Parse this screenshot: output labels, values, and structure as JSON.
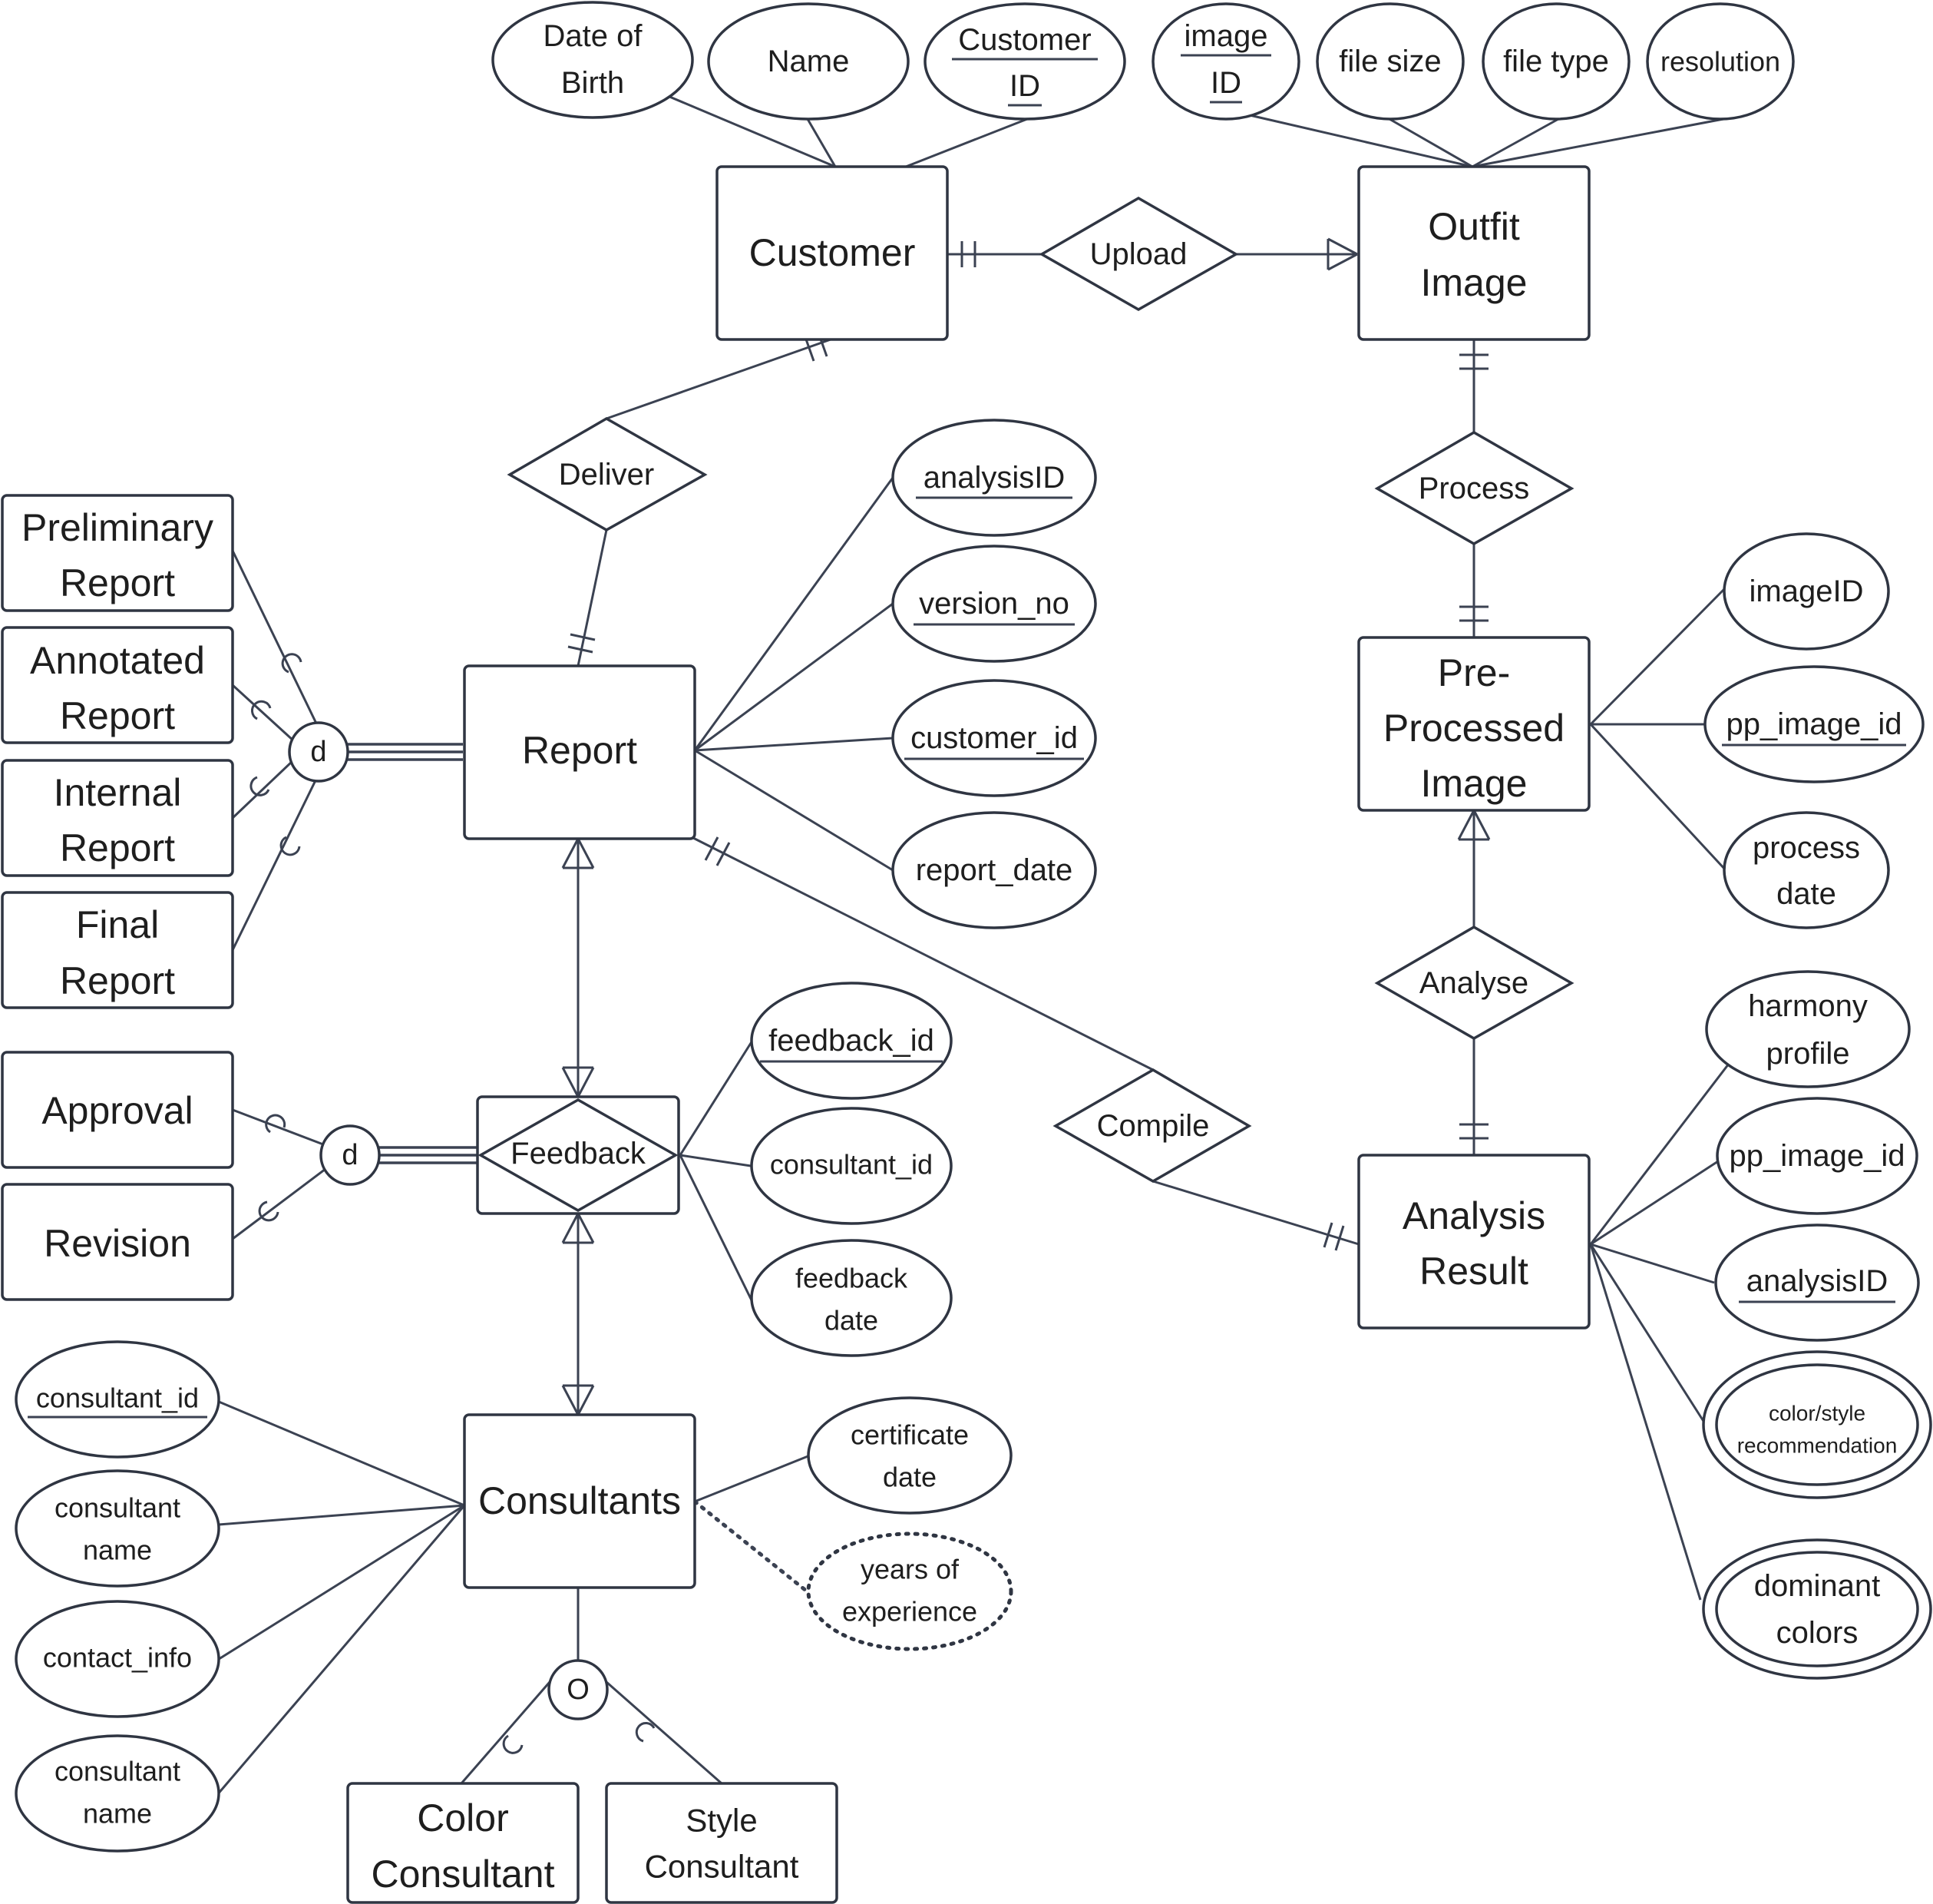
{
  "entities": {
    "customer": "Customer",
    "outfit_image": [
      "Outfit",
      "Image"
    ],
    "report": "Report",
    "pre_processed_image": [
      "Pre-",
      "Processed",
      "Image"
    ],
    "analysis_result": [
      "Analysis",
      "Result"
    ],
    "consultants": "Consultants",
    "preliminary_report": [
      "Preliminary",
      "Report"
    ],
    "annotated_report": [
      "Annotated",
      "Report"
    ],
    "internal_report": [
      "Internal",
      "Report"
    ],
    "final_report": [
      "Final",
      "Report"
    ],
    "approval": "Approval",
    "revision": "Revision",
    "color_consultant": [
      "Color",
      "Consultant"
    ],
    "style_consultant": [
      "Style",
      "Consultant"
    ]
  },
  "relationships": {
    "upload": "Upload",
    "deliver": "Deliver",
    "process": "Process",
    "analyse": "Analyse",
    "compile": "Compile",
    "feedback": "Feedback"
  },
  "attributes": {
    "customer": {
      "date_of_birth": [
        "Date of",
        "Birth"
      ],
      "name": "Name",
      "customer_id": [
        "Customer",
        "ID"
      ]
    },
    "outfit_image": {
      "image_id": [
        "image",
        "ID"
      ],
      "file_size": "file size",
      "file_type": "file type",
      "resolution": "resolution"
    },
    "report": {
      "analysis_id": "analysisID",
      "version_no": "version_no",
      "customer_id": "customer_id",
      "report_date": "report_date"
    },
    "pre_processed_image": {
      "image_id": "imageID",
      "pp_image_id": "pp_image_id",
      "process_date": [
        "process",
        "date"
      ]
    },
    "analysis_result": {
      "harmony_profile": [
        "harmony",
        "profile"
      ],
      "pp_image_id": "pp_image_id",
      "analysis_id": "analysisID",
      "color_style_recommendation": [
        "color/style",
        "recommendation"
      ],
      "dominant_colors": [
        "dominant",
        "colors"
      ]
    },
    "feedback": {
      "feedback_id": "feedback_id",
      "consultant_id": "consultant_id",
      "feedback_date": [
        "feedback",
        "date"
      ]
    },
    "consultants": {
      "consultant_id": "consultant_id",
      "consultant_name_1": [
        "consultant",
        "name"
      ],
      "contact_info": "contact_info",
      "consultant_name_2": [
        "consultant",
        "name"
      ],
      "certificate_date": [
        "certificate",
        "date"
      ],
      "years_of_experience": [
        "years of",
        "experience"
      ]
    }
  },
  "specializations": {
    "report": "d",
    "feedback": "d",
    "consultants": "O"
  }
}
